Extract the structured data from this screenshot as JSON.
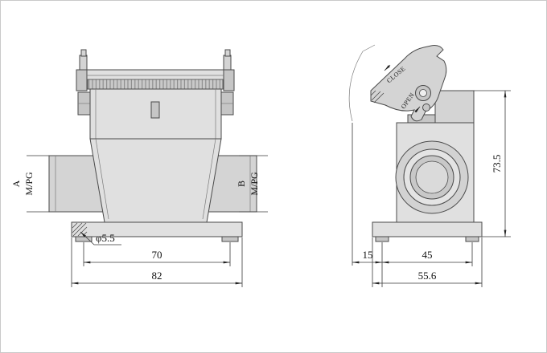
{
  "drawing": {
    "front_view": {
      "entry_a_label": "A",
      "entry_a_thread": "M/PG",
      "entry_b_label": "B",
      "entry_b_thread": "M/PG",
      "hole_callout": "φ5.5",
      "dim_hole_spacing": "70",
      "dim_overall_width": "82"
    },
    "side_view": {
      "lever_label_close": "CLOSE",
      "lever_label_open": "OPEN",
      "dim_offset": "15",
      "dim_foot_spacing": "45",
      "dim_overall_depth": "55.6",
      "dim_overall_height": "73.5"
    }
  }
}
